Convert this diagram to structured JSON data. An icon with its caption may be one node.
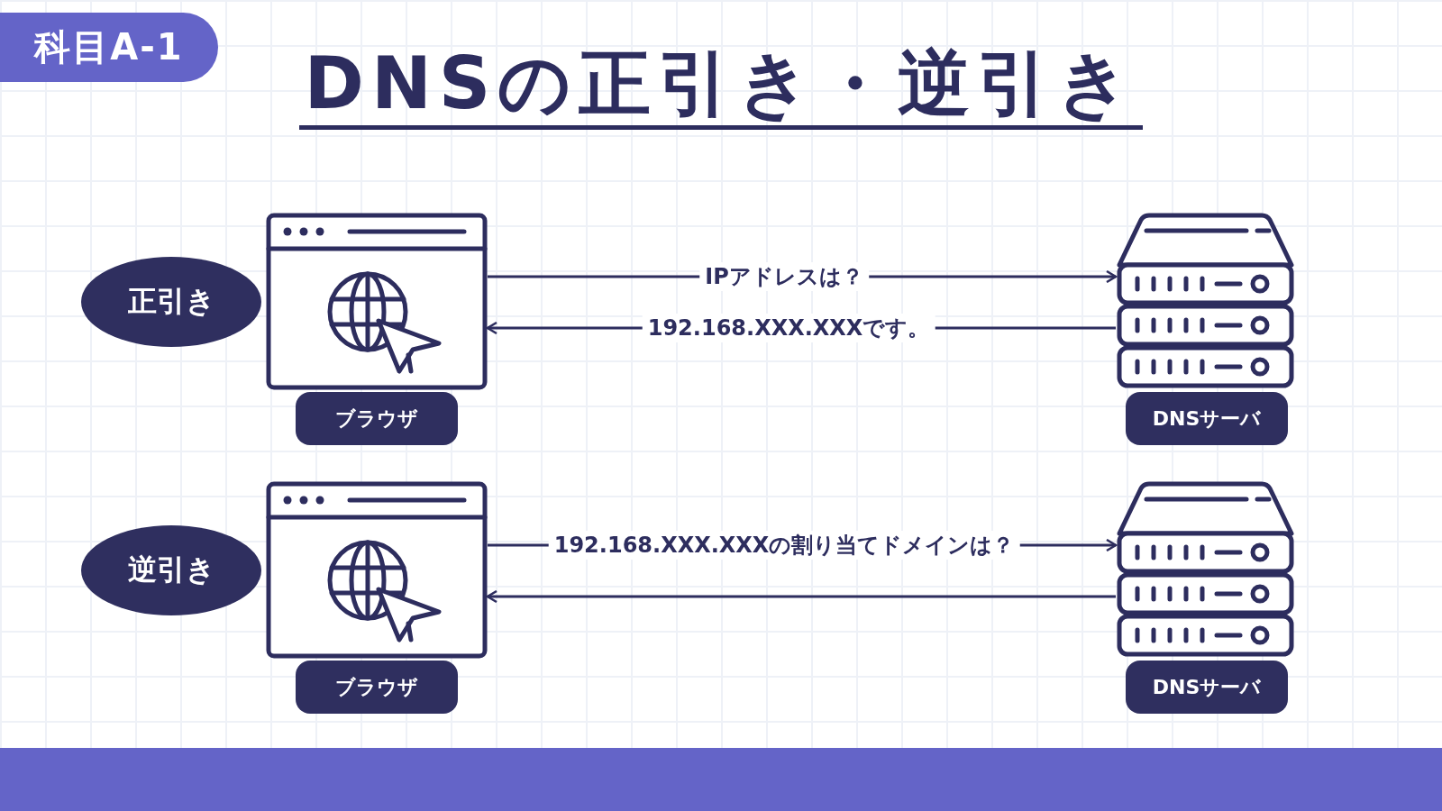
{
  "diagram": {
    "title": "DNSの正引き・逆引き",
    "nodes": [
      {
        "text": [
          "正引き"
        ]
      },
      {
        "text": [
          "ブラウザ"
        ]
      },
      {
        "text": [
          "DNSサーバ"
        ]
      },
      {
        "text": [
          "逆引き"
        ]
      },
      {
        "text": [
          "ブラウザ"
        ]
      },
      {
        "text": [
          "DNSサーバ"
        ]
      }
    ],
    "edges": [
      {
        "from": 1,
        "to": 2,
        "arrow": "to",
        "label": "IPアドレスは？"
      },
      {
        "from": 2,
        "to": 1,
        "arrow": "to",
        "label": "192.168.XXX.XXXです。"
      },
      {
        "from": 4,
        "to": 5,
        "arrow": "to",
        "label": "192.168.XXX.XXXの割り当てドメインは？"
      },
      {
        "from": 5,
        "to": 4,
        "arrow": "to"
      }
    ],
    "labels": [
      "科目A-1"
    ]
  }
}
